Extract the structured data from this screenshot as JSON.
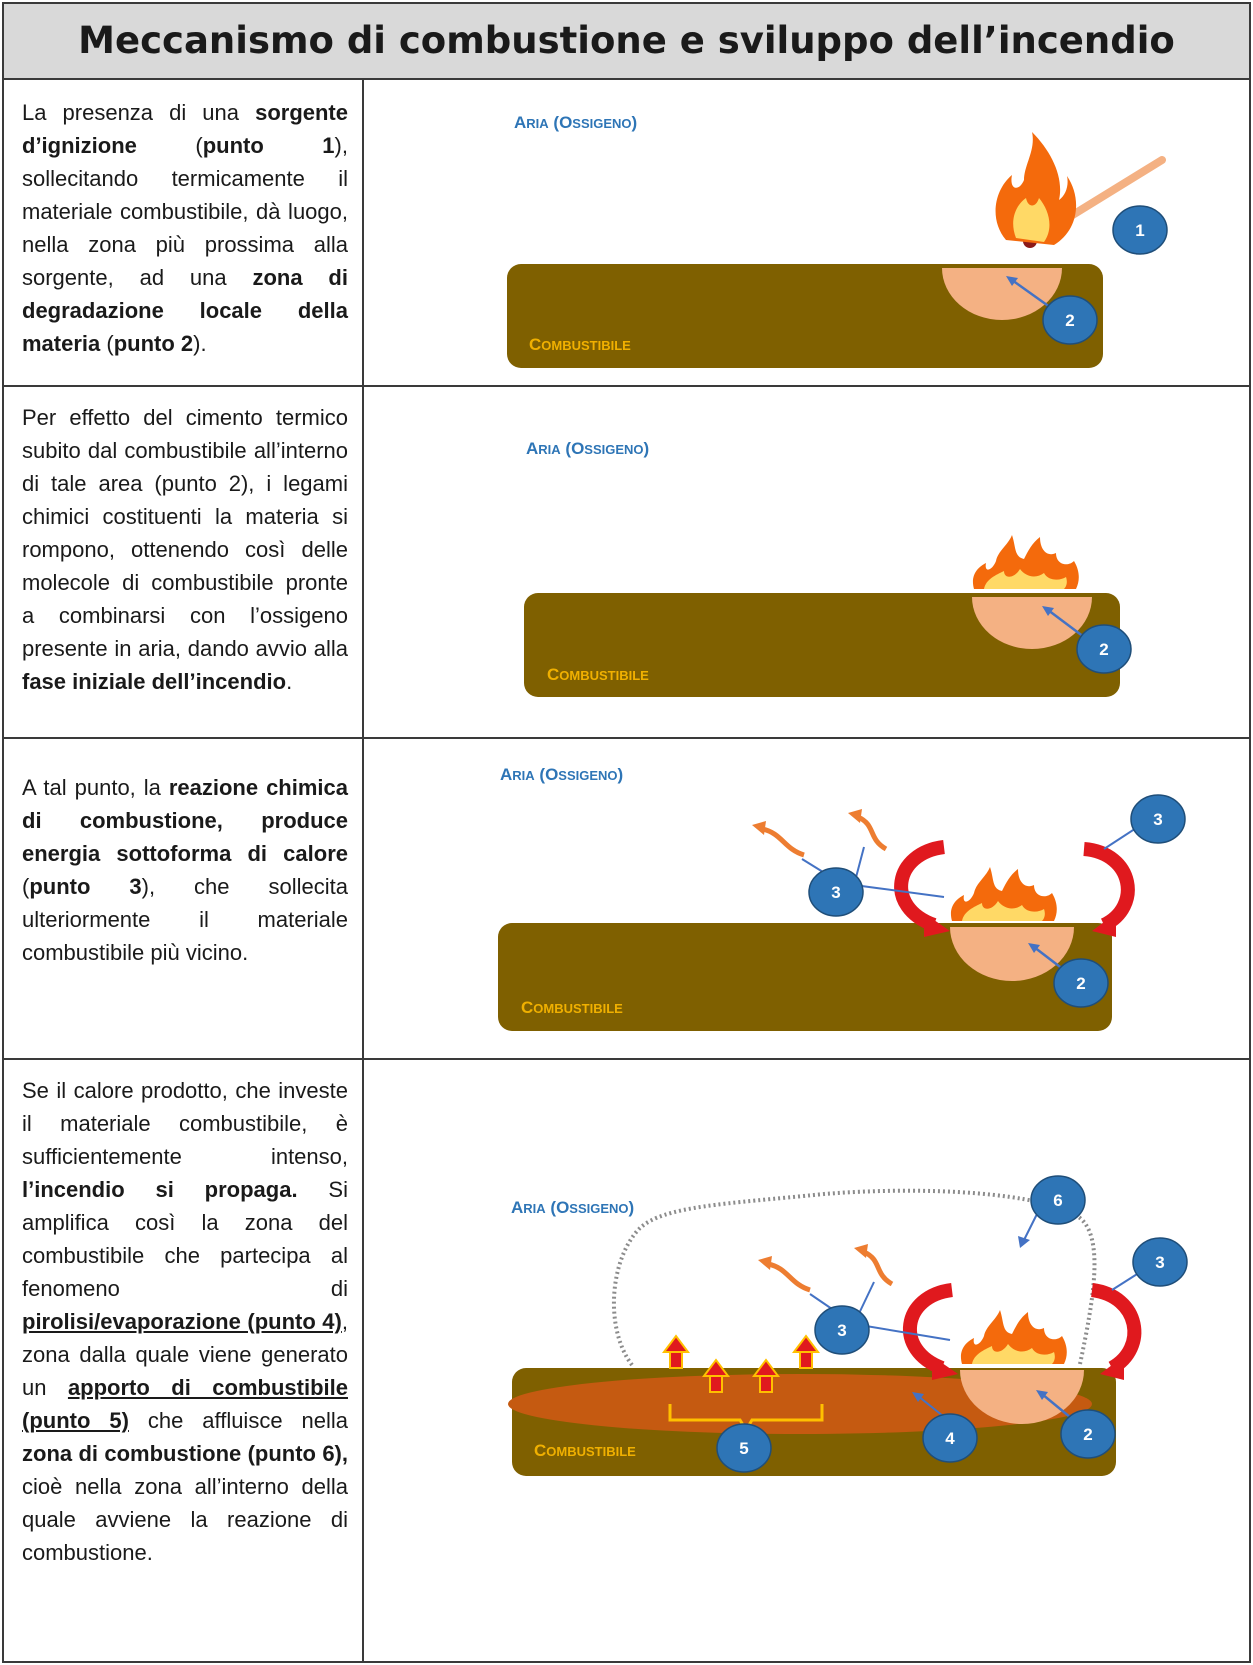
{
  "title": "Meccanismo di combustione e sviluppo dell’incendio",
  "labels": {
    "air_big_1": "A",
    "air_small_1": "RIA",
    "air_paren_open": "(O",
    "air_small_2": "SSIGENO",
    "air_paren_close": ")",
    "comb_big": "C",
    "comb_small": "OMBUSTIBILE"
  },
  "rows": [
    {
      "segments": [
        {
          "t": "La presenza di una ",
          "s": ""
        },
        {
          "t": "sorgente d’ignizione",
          "s": "b"
        },
        {
          "t": " (",
          "s": ""
        },
        {
          "t": "punto 1",
          "s": "b"
        },
        {
          "t": "), sollecitando termicamente il materiale combustibile, dà luogo, nella zona più prossima alla sorgente, ad una ",
          "s": ""
        },
        {
          "t": "zona di degradazione locale della materia",
          "s": "b"
        },
        {
          "t": " (",
          "s": ""
        },
        {
          "t": "punto 2",
          "s": "b"
        },
        {
          "t": ").",
          "s": ""
        }
      ],
      "badges": [
        "1",
        "2"
      ]
    },
    {
      "segments": [
        {
          "t": "Per effetto del cimento termico subito dal combustibile all’interno di tale area (punto 2), i legami chimici costituenti la materia si rompono, ottenendo così delle molecole di combustibile pronte a combinarsi con l’ossigeno presente in aria, dando avvio alla ",
          "s": ""
        },
        {
          "t": "fase iniziale dell’incendio",
          "s": "b"
        },
        {
          "t": ".",
          "s": ""
        }
      ],
      "badges": [
        "2"
      ]
    },
    {
      "segments": [
        {
          "t": "A tal punto, la ",
          "s": ""
        },
        {
          "t": "reazione chimica di combustione, produce energia sottoforma di calore",
          "s": "b"
        },
        {
          "t": " (",
          "s": ""
        },
        {
          "t": "punto 3",
          "s": "b"
        },
        {
          "t": "), che sollecita ulteriormente il materiale combustibile più vicino.",
          "s": ""
        }
      ],
      "badges": [
        "3",
        "3",
        "2"
      ]
    },
    {
      "segments": [
        {
          "t": "Se il calore prodotto, che investe il materiale combustibile, è sufficientemente intenso, ",
          "s": ""
        },
        {
          "t": "l’incendio si propaga.",
          "s": "b"
        },
        {
          "t": " Si amplifica così la zona del combustibile che partecipa al fenomeno di ",
          "s": ""
        },
        {
          "t": "pirolisi/evaporazione (punto 4)",
          "s": "bu"
        },
        {
          "t": ", zona dalla quale viene generato un ",
          "s": ""
        },
        {
          "t": "apporto di combustibile (punto 5)",
          "s": "bu"
        },
        {
          "t": " che affluisce nella ",
          "s": ""
        },
        {
          "t": "zona di combustione (punto 6),",
          "s": "b"
        },
        {
          "t": " cioè nella zona all’interno della quale avviene la reazione di combustione.",
          "s": ""
        }
      ],
      "badges": [
        "6",
        "3",
        "3",
        "2",
        "4",
        "5"
      ]
    }
  ],
  "colors": {
    "fuel": "#7f6000",
    "degradation": "#f4b183",
    "pyrolysis": "#c55a11",
    "badge": "#2e75b6",
    "pointer": "#4472c4",
    "heat_arrow": "#e0191e",
    "smoke": "#ed7d31",
    "flame_outer": "#f46a0c",
    "flame_inner": "#ffd966",
    "air_label": "#2e75b6",
    "fuel_label": "#f0b000"
  }
}
